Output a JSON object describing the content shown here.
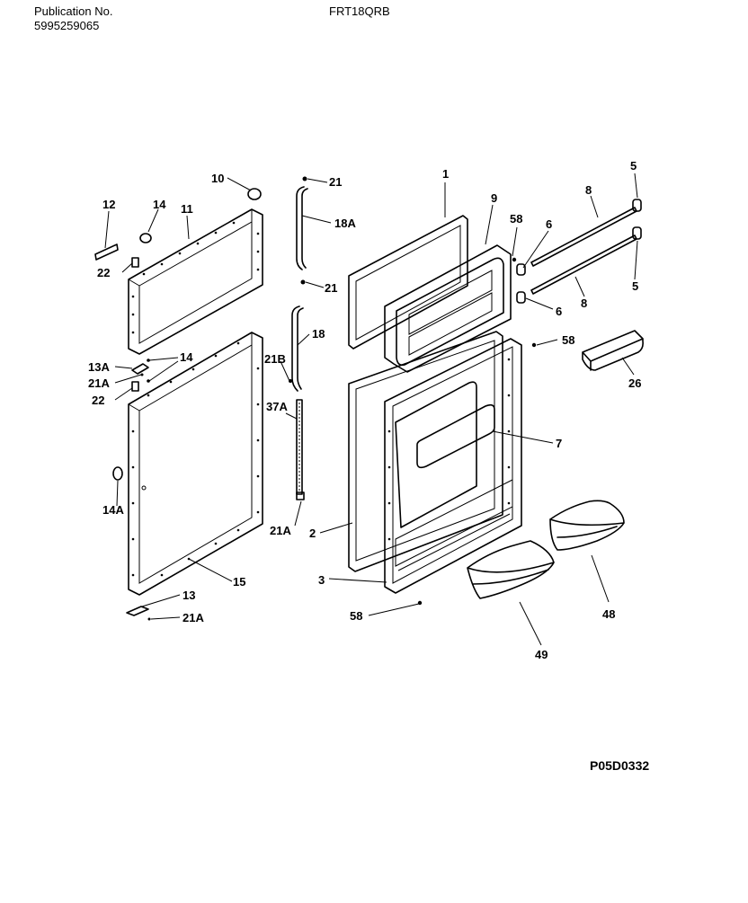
{
  "header": {
    "publication_label": "Publication No.",
    "publication_number": "5995259065",
    "model": "FRT18QRB"
  },
  "drawing_code": "P05D0332",
  "callouts": {
    "c1": "1",
    "c2": "2",
    "c3": "3",
    "c5a": "5",
    "c5b": "5",
    "c6a": "6",
    "c6b": "6",
    "c7": "7",
    "c8a": "8",
    "c8b": "8",
    "c9": "9",
    "c10": "10",
    "c11": "11",
    "c12": "12",
    "c13": "13",
    "c13A": "13A",
    "c14a": "14",
    "c14b": "14",
    "c14A": "14A",
    "c15": "15",
    "c18": "18",
    "c18A": "18A",
    "c21a": "21",
    "c21b": "21",
    "c21Aa": "21A",
    "c21Ab": "21A",
    "c21Ac": "21A",
    "c21B": "21B",
    "c22a": "22",
    "c22b": "22",
    "c26": "26",
    "c37A": "37A",
    "c48": "48",
    "c49": "49",
    "c58a": "58",
    "c58b": "58",
    "c58c": "58"
  }
}
